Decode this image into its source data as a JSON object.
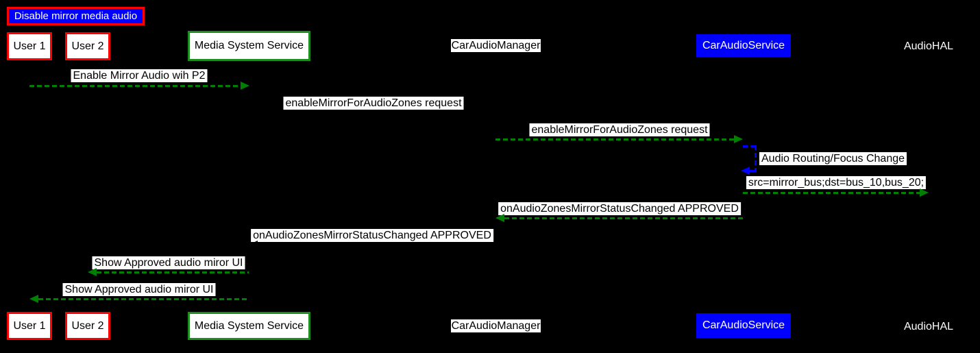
{
  "diagram": {
    "title": "Disable mirror media audio",
    "participants": [
      {
        "id": "user1",
        "label": "User 1",
        "style": "red-box"
      },
      {
        "id": "user2",
        "label": "User 2",
        "style": "red-box"
      },
      {
        "id": "mss",
        "label": "Media System Service",
        "style": "green-box"
      },
      {
        "id": "cam",
        "label": "CarAudioManager",
        "style": "white-label"
      },
      {
        "id": "cas",
        "label": "CarAudioService",
        "style": "blue-box"
      },
      {
        "id": "hal",
        "label": "AudioHAL",
        "style": "plain-text"
      }
    ],
    "messages": [
      {
        "from": "user1",
        "to": "mss",
        "text": "Enable Mirror Audio wih P2",
        "line": "green-dashed",
        "direction": "right"
      },
      {
        "from": "mss",
        "to": "cam",
        "text": "enableMirrorForAudioZones request",
        "line": "black-dashed",
        "direction": "right"
      },
      {
        "from": "cam",
        "to": "cas",
        "text": "enableMirrorForAudioZones request",
        "line": "green-dashed",
        "direction": "right"
      },
      {
        "from": "cas",
        "to": "cas",
        "text": "Audio Routing/Focus Change",
        "line": "blue-dashed",
        "direction": "self"
      },
      {
        "from": "cas",
        "to": "hal",
        "text": "src=mirror_bus;dst=bus_10,bus_20;",
        "line": "green-dashed",
        "direction": "right"
      },
      {
        "from": "cas",
        "to": "cam",
        "text": "onAudioZonesMirrorStatusChanged APPROVED",
        "line": "green-dashed",
        "direction": "left"
      },
      {
        "from": "cam",
        "to": "mss",
        "text": "onAudioZonesMirrorStatusChanged APPROVED",
        "line": "black-dashed",
        "direction": "left"
      },
      {
        "from": "mss",
        "to": "user2",
        "text": "Show Approved audio miror UI",
        "line": "green-dashed",
        "direction": "left"
      },
      {
        "from": "mss",
        "to": "user1",
        "text": "Show Approved audio miror UI",
        "line": "green-dashed",
        "direction": "left"
      }
    ],
    "colors": {
      "background": "#000000",
      "arrow_green": "#008000",
      "arrow_blue": "#0000ff",
      "box_red_border": "#ff0000",
      "box_green_border": "#1e8e1e",
      "box_blue_bg": "#0000ff",
      "title_bg": "#0000ff",
      "title_border": "#ff0000",
      "label_bg": "#ffffff",
      "text_dark": "#000000",
      "text_light": "#ffffff"
    }
  }
}
